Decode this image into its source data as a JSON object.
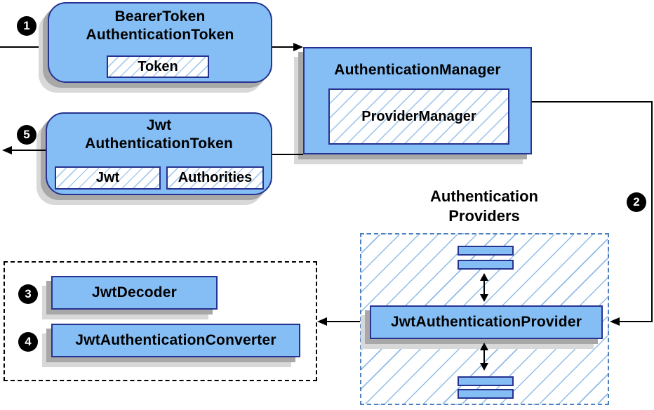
{
  "colors": {
    "box_fill": "#85BEF5",
    "box_border": "#263390",
    "chip_hatch_line": "#A9CBEE",
    "region_hatch_line": "#8FBBE8",
    "providers_region_border": "#4D7EBD",
    "decoders_region_border": "#000000",
    "shadow_dark": "#A8A8A8",
    "shadow_light": "#D8D8D8",
    "arrow": "#000000",
    "badge_bg": "#000000",
    "badge_text": "#FFFFFF"
  },
  "nodes": {
    "bearer_token": {
      "line1": "BearerToken",
      "line2": "AuthenticationToken",
      "chip": "Token"
    },
    "authentication_manager": {
      "title": "AuthenticationManager",
      "chip": "ProviderManager"
    },
    "jwt_authentication_token": {
      "line1": "Jwt",
      "line2": "AuthenticationToken",
      "chip_left": "Jwt",
      "chip_right": "Authorities"
    },
    "authentication_providers": {
      "label_line1": "Authentication",
      "label_line2": "Providers"
    },
    "jwt_authentication_provider": {
      "title": "JwtAuthenticationProvider"
    },
    "jwt_decoder": {
      "title": "JwtDecoder"
    },
    "jwt_authentication_converter": {
      "title": "JwtAuthenticationConverter"
    }
  },
  "badges": {
    "step1": "1",
    "step2": "2",
    "step3": "3",
    "step4": "4",
    "step5": "5"
  }
}
